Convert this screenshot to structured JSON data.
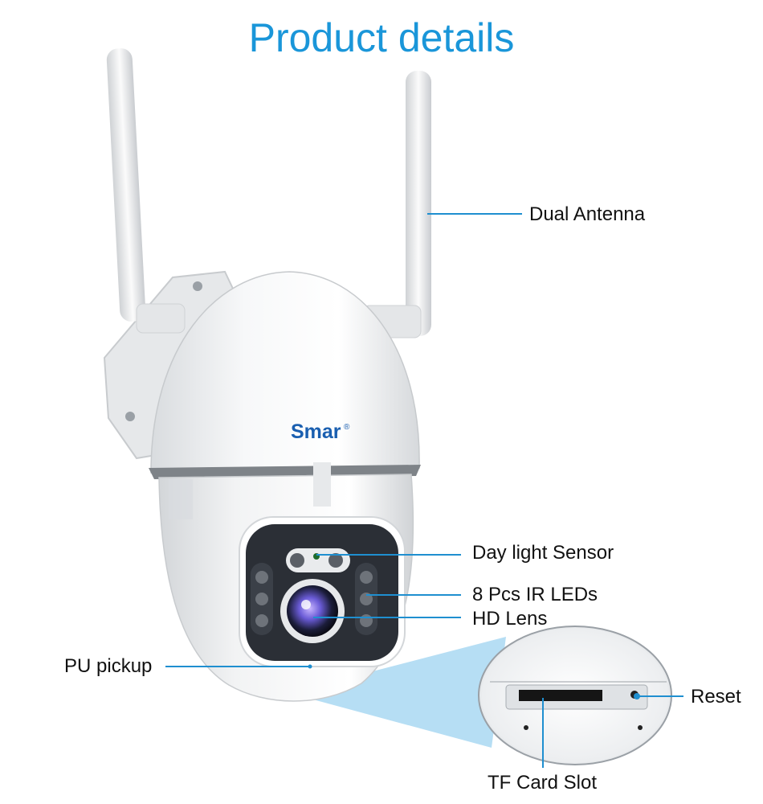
{
  "page": {
    "title": "Product details"
  },
  "brand": {
    "logo_text": "Smar",
    "logo_mark": "®"
  },
  "callouts": {
    "dual_antenna": "Dual Antenna",
    "day_light_sensor": "Day light Sensor",
    "ir_leds": "8 Pcs IR LEDs",
    "hd_lens": "HD Lens",
    "pu_pickup": "PU pickup",
    "reset": "Reset",
    "tf_card_slot": "TF Card Slot"
  },
  "colors": {
    "title": "#1a96d9",
    "callout_line": "#1f8fd0",
    "zoom_beam": "#a9d8f2"
  }
}
